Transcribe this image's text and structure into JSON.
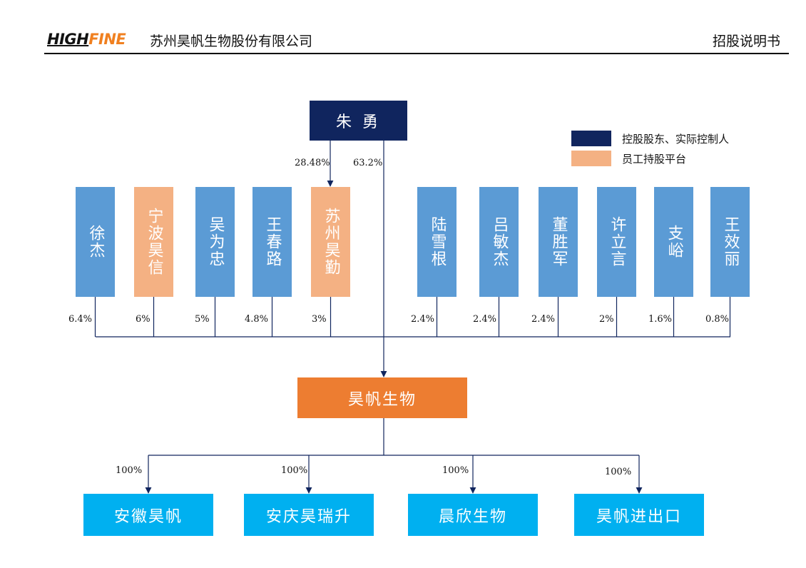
{
  "header": {
    "logo_part1": "HIGH",
    "logo_part2": "FINE",
    "company": "苏州昊帆生物股份有限公司",
    "document": "招股说明书"
  },
  "legend": [
    {
      "label": "控股股东、实际控制人",
      "color": "#10255e"
    },
    {
      "label": "员工持股平台",
      "color": "#f4b183"
    }
  ],
  "root": {
    "name": "朱 勇",
    "pct_indirect": "28.48%",
    "pct_direct": "63.2%"
  },
  "shareholders": [
    {
      "name": "徐杰",
      "pct": "6.4%",
      "type": "person"
    },
    {
      "name": "宁波昊信",
      "pct": "6%",
      "type": "platform"
    },
    {
      "name": "吴为忠",
      "pct": "5%",
      "type": "person"
    },
    {
      "name": "王春路",
      "pct": "4.8%",
      "type": "person"
    },
    {
      "name": "苏州昊勤",
      "pct": "3%",
      "type": "platform"
    },
    {
      "name": "陆雪根",
      "pct": "2.4%",
      "type": "person"
    },
    {
      "name": "吕敏杰",
      "pct": "2.4%",
      "type": "person"
    },
    {
      "name": "董胜军",
      "pct": "2.4%",
      "type": "person"
    },
    {
      "name": "许立言",
      "pct": "2%",
      "type": "person"
    },
    {
      "name": "支峪",
      "pct": "1.6%",
      "type": "person"
    },
    {
      "name": "王效丽",
      "pct": "0.8%",
      "type": "person"
    }
  ],
  "company": {
    "name": "昊帆生物"
  },
  "subsidiaries": [
    {
      "name": "安徽昊帆",
      "pct": "100%"
    },
    {
      "name": "安庆昊瑞升",
      "pct": "100%"
    },
    {
      "name": "晨欣生物",
      "pct": "100%"
    },
    {
      "name": "昊帆进出口",
      "pct": "100%"
    }
  ],
  "colors": {
    "controller": "#10255e",
    "person": "#5b9bd5",
    "platform": "#f4b183",
    "company": "#ed7d31",
    "subsidiary": "#00b0f0",
    "line": "#10255e"
  }
}
